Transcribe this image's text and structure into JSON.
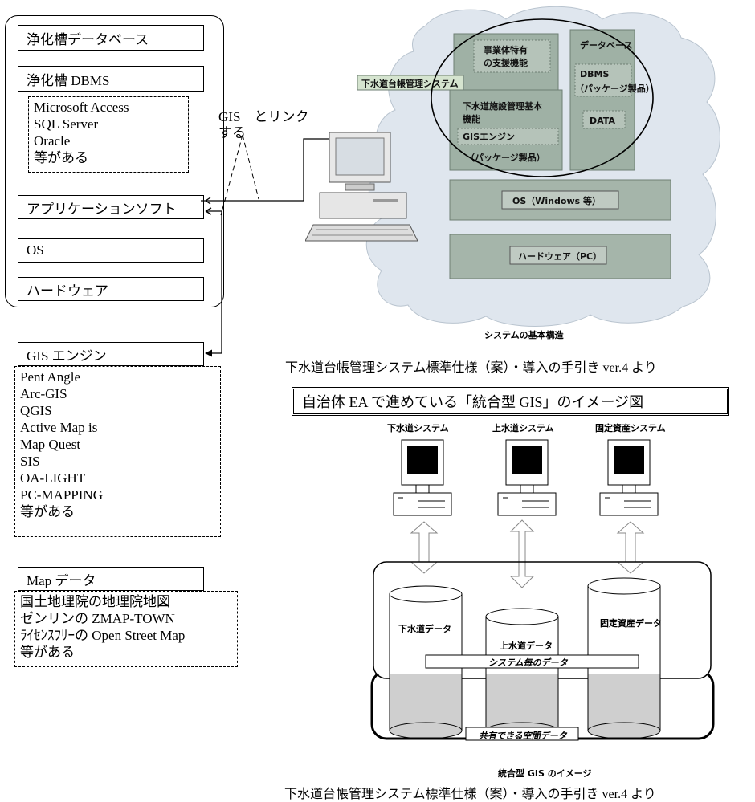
{
  "left": {
    "stack": [
      "浄化槽データベース",
      "浄化槽 DBMS",
      "アプリケーションソフト",
      "OS",
      "ハードウェア"
    ],
    "dbms_list": [
      "Microsoft Access",
      "SQL Server",
      "Oracle",
      "等がある"
    ],
    "gis_link_label_1": "GIS　とリンク",
    "gis_link_label_2": "する",
    "gis_engine_title": "GIS エンジン",
    "gis_engine_list": [
      "Pent Angle",
      "Arc-GIS",
      "QGIS",
      "Active Map is",
      "Map Quest",
      "SIS",
      "OA-LIGHT",
      "PC-MAPPING",
      "等がある"
    ],
    "map_title": "Map データ",
    "map_list": [
      "国土地理院の地理院地図",
      "ゼンリンの ZMAP-TOWN",
      "ﾗｲｾﾝｽﾌﾘｰの Open Street Map",
      "等がある"
    ]
  },
  "fig1": {
    "system_label": "下水道台帳管理システム",
    "block_support": [
      "事業体特有",
      "の支援機能"
    ],
    "block_db": "データベース",
    "block_dbms": [
      "DBMS",
      "（パッケージ製品）"
    ],
    "block_data": "DATA",
    "block_base": [
      "下水道施設管理基本",
      "機能"
    ],
    "block_gis": "GISエンジン",
    "block_package": "（パッケージ製品）",
    "block_os": "OS（Windows 等）",
    "block_hw": "ハードウェア（PC）",
    "title": "システムの基本構造",
    "source": "下水道台帳管理システム標準仕様（案）・導入の手引き ver.4 より"
  },
  "fig2": {
    "header": "自治体 EA で進めている「統合型 GIS」のイメージ図",
    "systems": [
      "下水道システム",
      "上水道システム",
      "固定資産システム"
    ],
    "dbs": [
      "下水道データ",
      "上水道データ",
      "固定資産データ"
    ],
    "system_data": "システム毎のデータ",
    "shared_data": "共有できる空間データ",
    "title": "統合型 GIS のイメージ",
    "source": "下水道台帳管理システム標準仕様（案）・導入の手引き ver.4 より"
  }
}
